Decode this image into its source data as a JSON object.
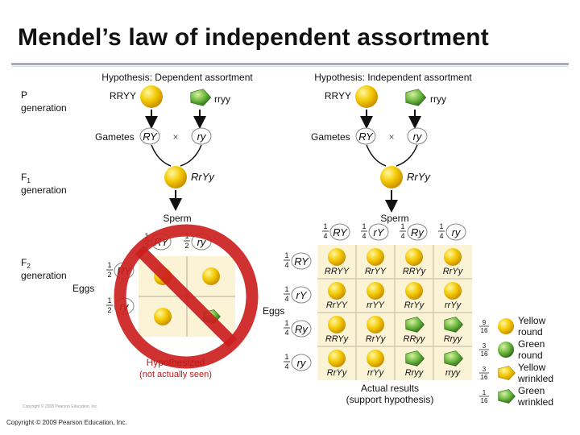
{
  "title": "Mendel’s law of independent assortment",
  "credit_small": "Copyright © 2008 Pearson Education, Inc.",
  "credit": "Copyright © 2009 Pearson Education, Inc.",
  "row_labels": {
    "p_line1": "P",
    "p_line2": "generation",
    "f1_line1": "F",
    "f1_sub": "1",
    "f1_line2": "generation",
    "f2_line1": "F",
    "f2_sub": "2",
    "f2_line2": "generation"
  },
  "dependent": {
    "heading": "Hypothesis: Dependent assortment",
    "parent1": "RRYY",
    "parent2": "rryy",
    "gametes_label": "Gametes",
    "gamete1": "RY",
    "cross": "×",
    "gamete2": "ry",
    "f1": "RrYy",
    "sperm": "Sperm",
    "eggs": "Eggs",
    "frac_num": "1",
    "frac_den": "2",
    "sperm_types": [
      "RY",
      "ry"
    ],
    "egg_types": [
      "RY",
      "ry"
    ],
    "caption_line1": "Hypothesized",
    "caption_line2": "(not actually seen)"
  },
  "independent": {
    "heading": "Hypothesis: Independent assortment",
    "parent1": "RRYY",
    "parent2": "rryy",
    "gametes_label": "Gametes",
    "gamete1": "RY",
    "cross": "×",
    "gamete2": "ry",
    "f1": "RrYy",
    "sperm": "Sperm",
    "eggs": "Eggs",
    "frac_num": "1",
    "frac_den": "4",
    "sperm_types": [
      "RY",
      "rY",
      "Ry",
      "ry"
    ],
    "egg_types": [
      "RY",
      "rY",
      "Ry",
      "ry"
    ],
    "grid": [
      [
        "RRYY",
        "RrYY",
        "RRYy",
        "RrYy"
      ],
      [
        "RrYY",
        "rrYY",
        "RrYy",
        "rrYy"
      ],
      [
        "RRYy",
        "RrYy",
        "RRyy",
        "Rryy"
      ],
      [
        "RrYy",
        "rrYy",
        "Rryy",
        "rryy"
      ]
    ],
    "grid_seed_types": [
      [
        "yellow-round",
        "yellow-round",
        "yellow-round",
        "yellow-round"
      ],
      [
        "yellow-round",
        "yellow-round",
        "yellow-round",
        "yellow-round"
      ],
      [
        "yellow-round",
        "yellow-round",
        "green-wrinkled",
        "green-wrinkled"
      ],
      [
        "yellow-round",
        "yellow-round",
        "green-wrinkled",
        "green-wrinkled"
      ]
    ],
    "results_line1": "Actual results",
    "results_line2": "(support hypothesis)"
  },
  "legend": [
    {
      "num": "9",
      "den": "16",
      "line1": "Yellow",
      "line2": "round",
      "seed": "yellow-round"
    },
    {
      "num": "3",
      "den": "16",
      "line1": "Green",
      "line2": "round",
      "seed": "green-round"
    },
    {
      "num": "3",
      "den": "16",
      "line1": "Yellow",
      "line2": "wrinkled",
      "seed": "yellow-wrinkled"
    },
    {
      "num": "1",
      "den": "16",
      "line1": "Green",
      "line2": "wrinkled",
      "seed": "green-wrinkled"
    }
  ],
  "colors": {
    "yellow_seed": "#f2c200",
    "green_seed": "#5fa83a",
    "prohibit_red": "#cc1f1f",
    "punnett_bg": "#fbf3d6",
    "grid_line": "#c9c3b0"
  }
}
